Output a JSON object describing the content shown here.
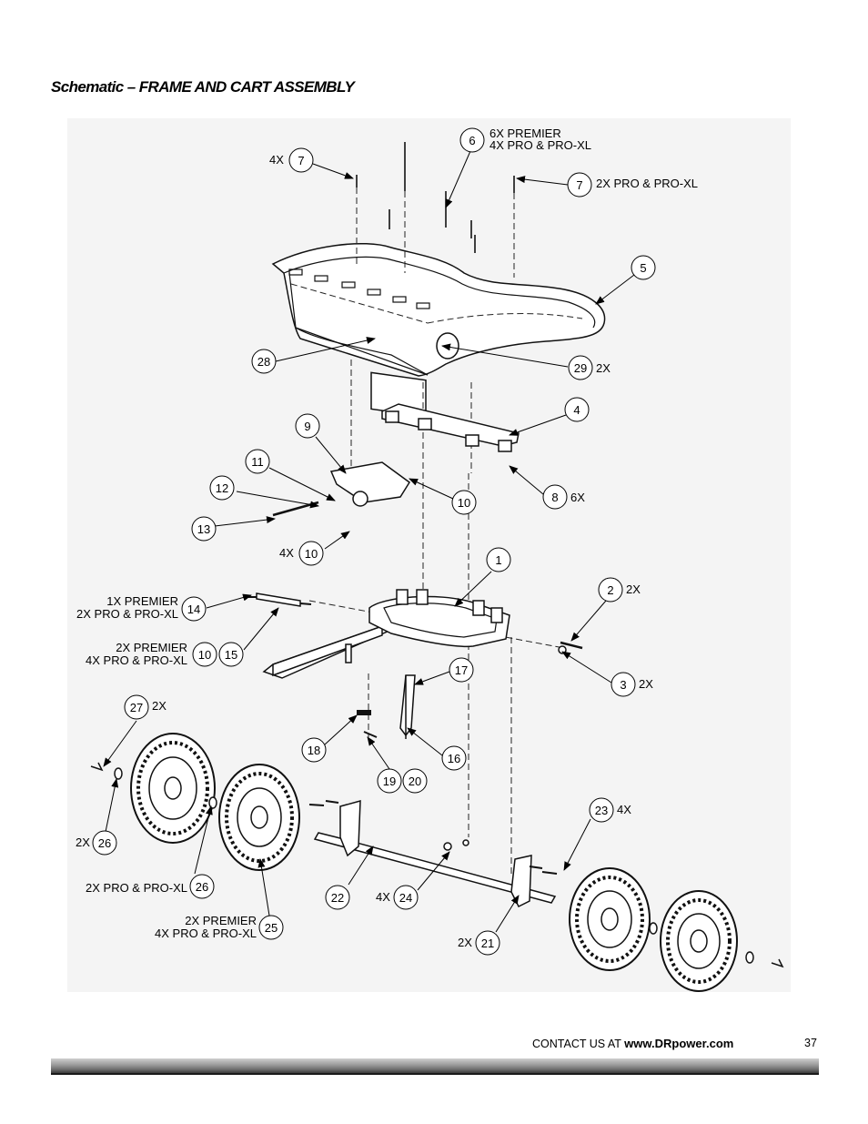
{
  "header": {
    "title": "Schematic – FRAME AND CART ASSEMBLY"
  },
  "callouts": {
    "c7a": {
      "num": "7",
      "qty": "4X"
    },
    "c6": {
      "num": "6",
      "line1": "6X PREMIER",
      "line2": "4X PRO & PRO-XL"
    },
    "c7b": {
      "num": "7",
      "qty": "2X PRO & PRO-XL"
    },
    "c5": {
      "num": "5"
    },
    "c28": {
      "num": "28"
    },
    "c29": {
      "num": "29",
      "qty": "2X"
    },
    "c4": {
      "num": "4"
    },
    "c9": {
      "num": "9"
    },
    "c11": {
      "num": "11"
    },
    "c12": {
      "num": "12"
    },
    "c10a": {
      "num": "10"
    },
    "c8": {
      "num": "8",
      "qty": "6X"
    },
    "c13": {
      "num": "13"
    },
    "c10b": {
      "num": "10",
      "qty": "4X"
    },
    "c1": {
      "num": "1"
    },
    "c2": {
      "num": "2",
      "qty": "2X"
    },
    "c14": {
      "num": "14",
      "line1": "1X PREMIER",
      "line2": "2X PRO & PRO-XL"
    },
    "c10_15": {
      "num_a": "10",
      "num_b": "15",
      "line1": "2X PREMIER",
      "line2": "4X PRO & PRO-XL"
    },
    "c3": {
      "num": "3",
      "qty": "2X"
    },
    "c17": {
      "num": "17"
    },
    "c27": {
      "num": "27",
      "qty": "2X"
    },
    "c18": {
      "num": "18"
    },
    "c16": {
      "num": "16"
    },
    "c19_20": {
      "num_a": "19",
      "num_b": "20"
    },
    "c23": {
      "num": "23",
      "qty": "4X"
    },
    "c26a": {
      "num": "26",
      "qty": "2X"
    },
    "c26b": {
      "num": "26",
      "qty": "2X PRO & PRO-XL"
    },
    "c22": {
      "num": "22"
    },
    "c24": {
      "num": "24",
      "qty": "4X"
    },
    "c25": {
      "num": "25",
      "line1": "2X PREMIER",
      "line2": "4X PRO & PRO-XL"
    },
    "c21": {
      "num": "21",
      "qty": "2X"
    }
  },
  "footer": {
    "contact_prefix": "CONTACT US AT ",
    "contact_url": "www.DRpower.com",
    "page_number": "37"
  }
}
